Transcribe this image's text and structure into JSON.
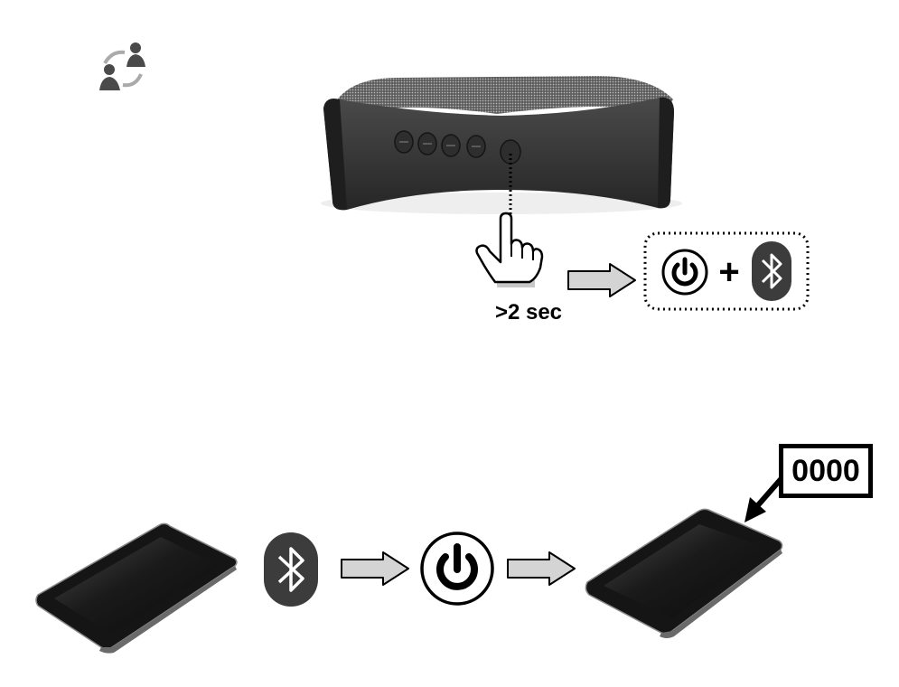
{
  "hold_duration_label": ">2 sec",
  "pin_code": "0000",
  "plus_sign": "+",
  "icons": {
    "users": "users-sync-icon",
    "speaker": "speaker-illustration",
    "hand": "pointing-hand-icon",
    "power": "power-icon",
    "bluetooth": "bluetooth-icon",
    "arrow": "arrow-right-icon",
    "tablet": "tablet-illustration"
  },
  "colors": {
    "speaker_body": "#3a3a3a",
    "grille": "#9a9a9a",
    "arrow_fill": "#d4d4d4",
    "bluetooth_bg": "#3c3c3c",
    "ink": "#000000"
  }
}
